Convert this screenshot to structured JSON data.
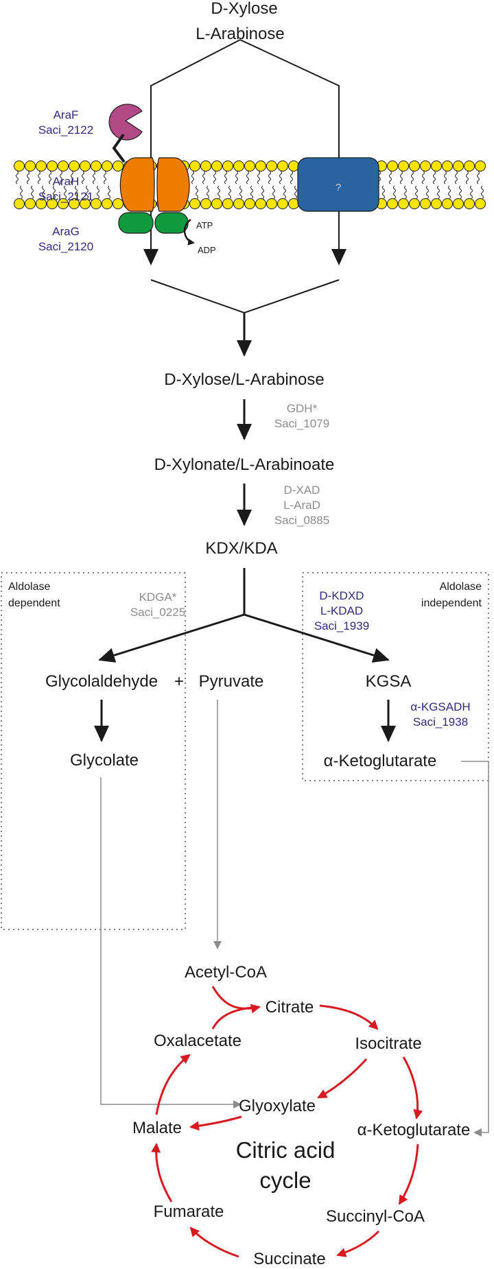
{
  "substrates": {
    "line1": "D-Xylose",
    "line2": "L-Arabinose"
  },
  "transporter": {
    "araF": [
      "AraF",
      "Saci_2122"
    ],
    "araH": [
      "AraH",
      "Saci_2121"
    ],
    "araG": [
      "AraG",
      "Saci_2120"
    ],
    "atp": "ATP",
    "adp": "ADP",
    "unknown": "?"
  },
  "pathway": {
    "xylose_arabinose": "D-Xylose/L-Arabinose",
    "gdh": [
      "GDH*",
      "Saci_1079"
    ],
    "xylonate": "D-Xylonate/L-Arabinoate",
    "xad": [
      "D-XAD",
      "L-AraD",
      "Saci_0885"
    ],
    "kdx": "KDX/KDA",
    "aldolase_dependent": [
      "Aldolase",
      "dependent"
    ],
    "aldolase_independent": [
      "Aldolase",
      "independent"
    ],
    "kdga": [
      "KDGA*",
      "Saci_0225"
    ],
    "kdxd": [
      "D-KDXD",
      "L-KDAD",
      "Saci_1939"
    ],
    "glycolaldehyde": "Glycolaldehyde",
    "plus": "+",
    "pyruvate": "Pyruvate",
    "kgsa": "KGSA",
    "kgsadh": [
      "α-KGSADH",
      "Saci_1938"
    ],
    "glycolate": "Glycolate",
    "akg": "α-Ketoglutarate"
  },
  "tca": {
    "title": [
      "Citric acid",
      "cycle"
    ],
    "acetyl_coa": "Acetyl-CoA",
    "citrate": "Citrate",
    "isocitrate": "Isocitrate",
    "oxalacetate": "Oxalacetate",
    "glyoxylate": "Glyoxylate",
    "malate": "Malate",
    "akg": "α-Ketoglutarate",
    "fumarate": "Fumarate",
    "succinyl_coa": "Succinyl-CoA",
    "succinate": "Succinate"
  },
  "colors": {
    "membrane_head": "#f7e400",
    "araH": "#ef7d00",
    "araG": "#0f9a3f",
    "araF": "#b34a87",
    "unknown_transporter": "#2a64a0",
    "enzyme_blue": "#2e2a7c",
    "enzyme_gray": "#8c8c8c",
    "tca_arrow": "#d81920",
    "side_arrow": "#8c8c8c"
  }
}
